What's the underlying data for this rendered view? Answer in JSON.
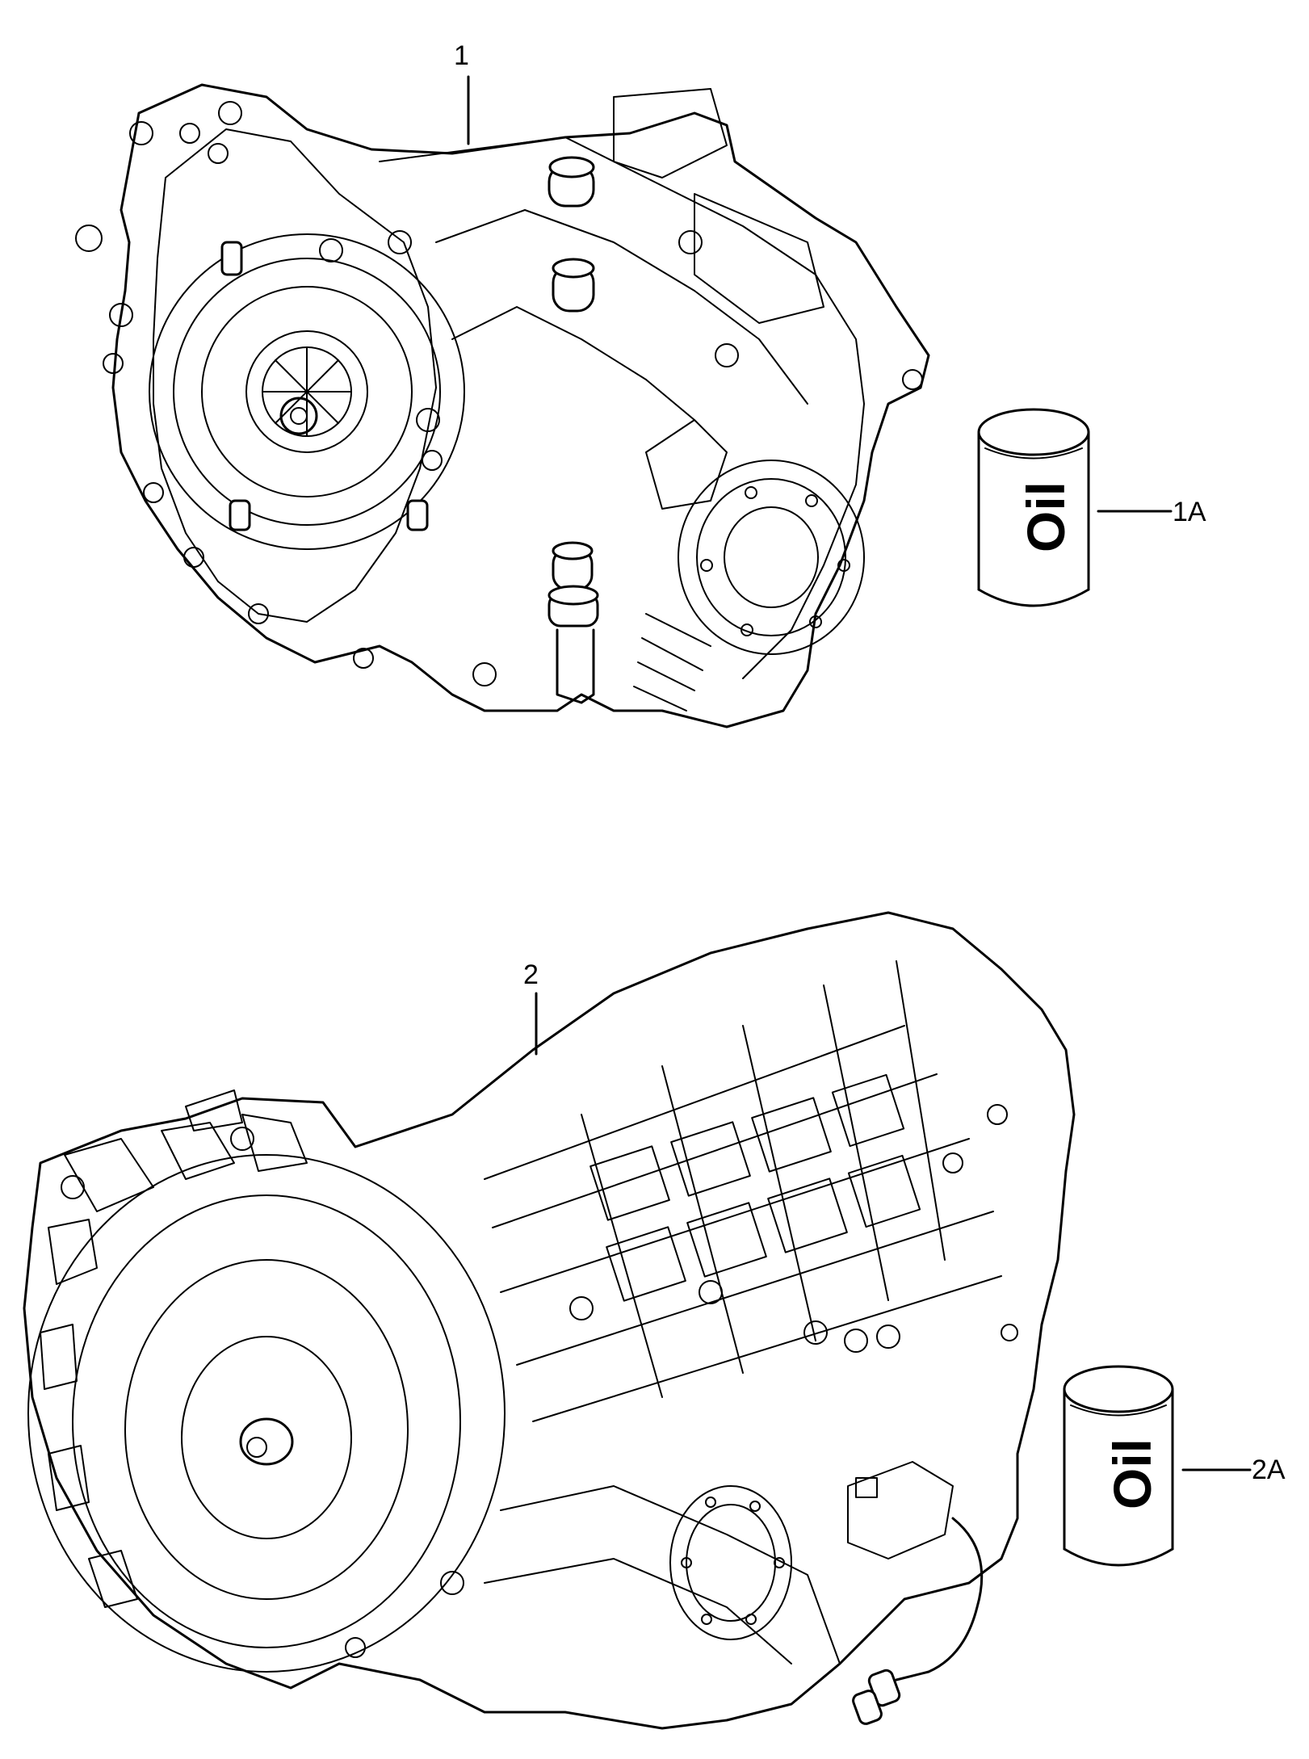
{
  "callouts": {
    "part1": "1",
    "part1a": "1A",
    "part2": "2",
    "part2a": "2A"
  },
  "can_labels": {
    "can1": "Oil",
    "can2": "Oil"
  },
  "colors": {
    "line": "#000000",
    "background": "#ffffff"
  }
}
